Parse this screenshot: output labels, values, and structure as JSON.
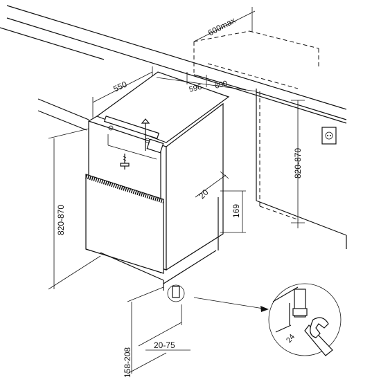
{
  "dimensions": {
    "depth_max": "600max",
    "unit_depth": "550",
    "cabinet_depth": "596",
    "cabinet_width": "600",
    "unit_height": "820-870",
    "niche_height": "820-870",
    "side_offset": "20",
    "plinth_height": "169",
    "plinth_range": "158-208",
    "plinth_setback": "20-75",
    "wrench_size": "24"
  },
  "icons": {
    "socket": "power-socket-icon",
    "wrench": "wrench-icon",
    "screw": "screw-icon"
  }
}
